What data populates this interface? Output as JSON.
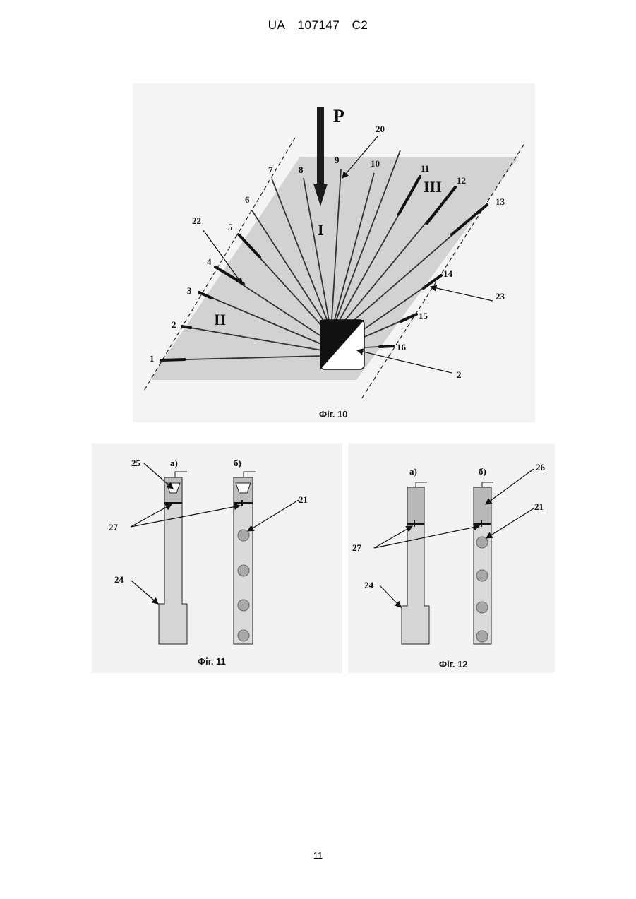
{
  "header": {
    "country": "UA",
    "number": "107147",
    "kind": "C2"
  },
  "page_number": "11",
  "fig10": {
    "caption": "Фіг. 10",
    "force_label": "P",
    "zones": {
      "I": "I",
      "II": "II",
      "III": "III"
    },
    "labels": {
      "n1": "1",
      "n2": "2",
      "n3": "3",
      "n4": "4",
      "n5": "5",
      "n6": "6",
      "n7": "7",
      "n8": "8",
      "n9": "9",
      "n10": "10",
      "n11": "11",
      "n12": "12",
      "n13": "13",
      "n14": "14",
      "n15": "15",
      "n16": "16",
      "n20": "20",
      "n22": "22",
      "n23": "23",
      "n2b": "2"
    }
  },
  "fig11": {
    "caption": "Фіг. 11",
    "variant_a": "а)",
    "variant_b": "б)",
    "labels": {
      "n25": "25",
      "n27": "27",
      "n21": "21",
      "n24": "24"
    }
  },
  "fig12": {
    "caption": "Фіг. 12",
    "variant_a": "а)",
    "variant_b": "б)",
    "labels": {
      "n26": "26",
      "n27": "27",
      "n21": "21",
      "n24": "24"
    }
  }
}
